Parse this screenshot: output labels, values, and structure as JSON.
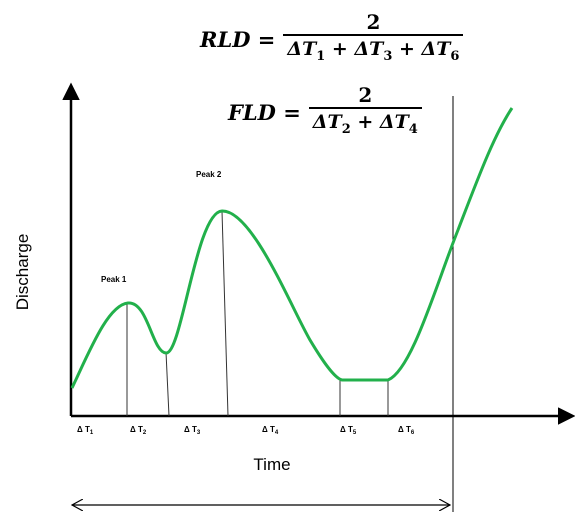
{
  "equations": {
    "rld": {
      "lhs": "RLD =",
      "numerator": "2",
      "terms": [
        {
          "sym": "ΔT",
          "sub": "1",
          "op": " + "
        },
        {
          "sym": "ΔT",
          "sub": "3",
          "op": " + "
        },
        {
          "sym": "ΔT",
          "sub": "6",
          "op": ""
        }
      ]
    },
    "fld": {
      "lhs": "FLD =",
      "numerator": "2",
      "terms": [
        {
          "sym": "ΔT",
          "sub": "2",
          "op": " + "
        },
        {
          "sym": "ΔT",
          "sub": "4",
          "op": ""
        }
      ]
    }
  },
  "diagram": {
    "y_label": "Discharge",
    "x_label": "Time",
    "peaks": [
      {
        "label": "Peak 1"
      },
      {
        "label": "Peak 2"
      }
    ],
    "intervals": [
      {
        "base": "Δ T",
        "sub": "1"
      },
      {
        "base": "Δ T",
        "sub": "2"
      },
      {
        "base": "Δ T",
        "sub": "3"
      },
      {
        "base": "Δ T",
        "sub": "4"
      },
      {
        "base": "Δ T",
        "sub": "5"
      },
      {
        "base": "Δ T",
        "sub": "6"
      }
    ],
    "colors": {
      "curve": "#22b04b",
      "axes": "#000000",
      "guides": "#333333"
    }
  }
}
